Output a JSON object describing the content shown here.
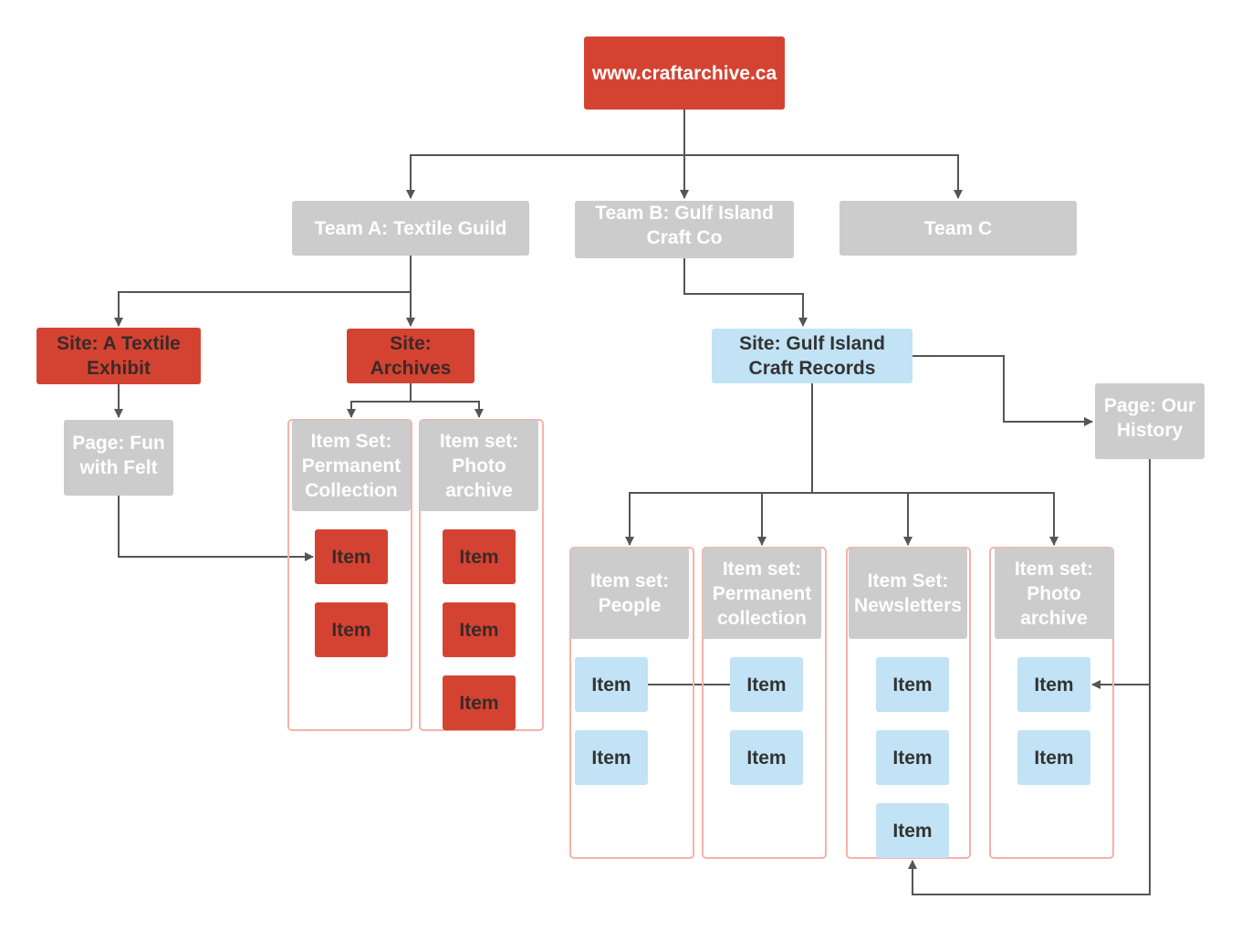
{
  "colors": {
    "site_red": "#d44332",
    "team_grey": "#cccccc",
    "site_blue": "#c2e3f5",
    "frame_pink": "#f5b2aa",
    "connector": "#555555"
  },
  "root": {
    "label": "www.craftarchive.ca"
  },
  "teams": {
    "a": "Team A: Textile Guild",
    "b": "Team B: Gulf Island\nCraft Co",
    "c": "Team C"
  },
  "team_a": {
    "site_exhibit": "Site: A Textile\nExhibit",
    "page_felt": "Page: Fun\nwith Felt",
    "site_archives": "Site:\nArchives",
    "set_permanent": {
      "title": "Item Set:\nPermanent\nCollection",
      "items": [
        "Item",
        "Item"
      ]
    },
    "set_photo": {
      "title": "Item set:\nPhoto\narchive",
      "items": [
        "Item",
        "Item",
        "Item"
      ]
    }
  },
  "team_b": {
    "site_records": "Site: Gulf Island\nCraft Records",
    "page_history": "Page: Our\nHistory",
    "set_people": {
      "title": "Item set:\nPeople",
      "items": [
        "Item",
        "Item"
      ]
    },
    "set_permanent": {
      "title": "Item set:\nPermanent\ncollection",
      "items": [
        "Item",
        "Item"
      ]
    },
    "set_newsletters": {
      "title": "Item Set:\nNewsletters",
      "items": [
        "Item",
        "Item",
        "Item"
      ]
    },
    "set_photo": {
      "title": "Item set:\nPhoto\narchive",
      "items": [
        "Item",
        "Item"
      ]
    }
  }
}
